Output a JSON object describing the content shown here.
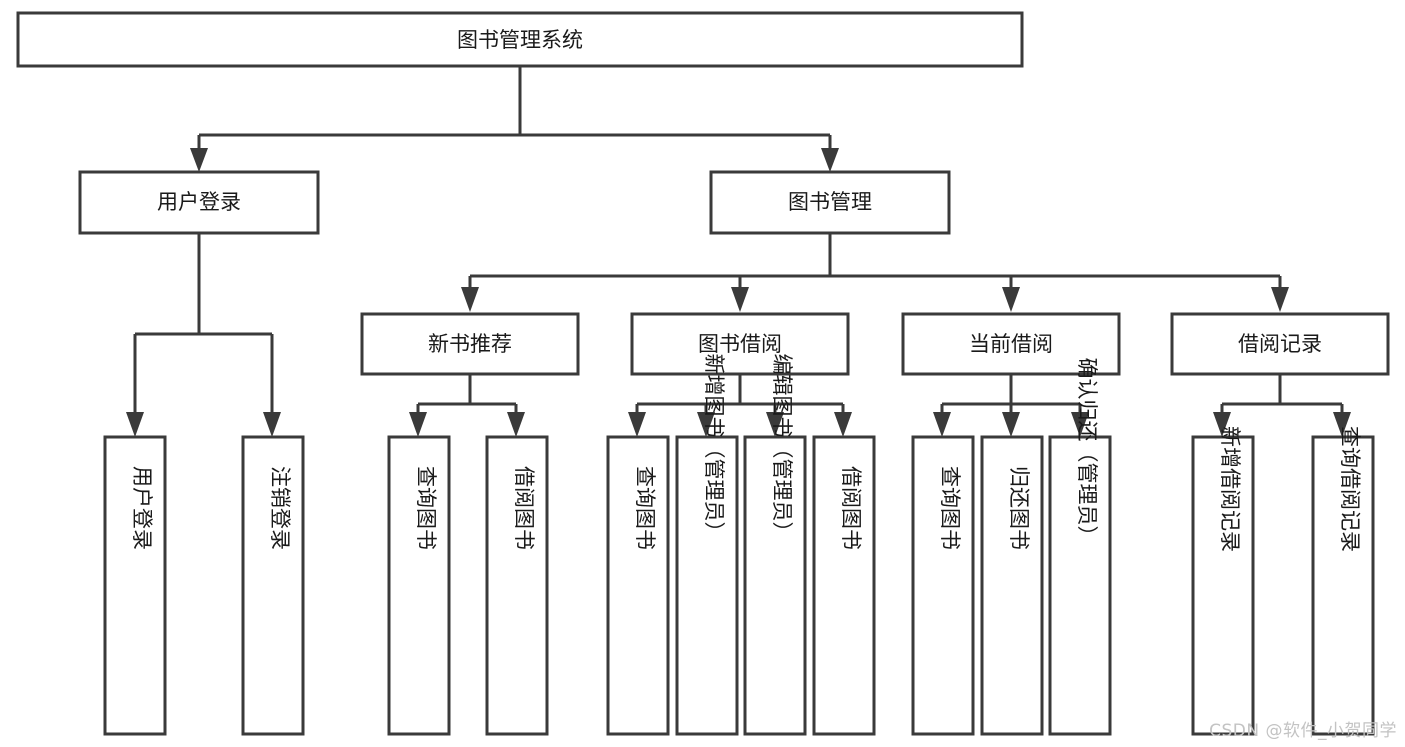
{
  "diagram": {
    "title": "图书管理系统",
    "type": "hierarchy-tree",
    "watermark": "CSDN @软件_小贺同学",
    "colors": {
      "box_stroke": "#3a3a3a",
      "box_fill": "#ffffff",
      "text": "#1a1a1a",
      "connector": "#3a3a3a",
      "background": "#ffffff",
      "watermark": "#c3c3c3"
    },
    "levels": {
      "root": {
        "label": "图书管理系统"
      },
      "level2": [
        {
          "id": "user-login",
          "label": "用户登录"
        },
        {
          "id": "book-management",
          "label": "图书管理"
        }
      ],
      "level3": [
        {
          "id": "new-book-recommend",
          "label": "新书推荐",
          "parent": "book-management"
        },
        {
          "id": "book-borrow",
          "label": "图书借阅",
          "parent": "book-management"
        },
        {
          "id": "current-borrow",
          "label": "当前借阅",
          "parent": "book-management"
        },
        {
          "id": "borrow-record",
          "label": "借阅记录",
          "parent": "book-management"
        }
      ],
      "leaves": {
        "user-login": [
          {
            "id": "leaf-user-login",
            "label": "用户登录"
          },
          {
            "id": "leaf-user-logout",
            "label": "注销登录"
          }
        ],
        "new-book-recommend": [
          {
            "id": "leaf-query-book-1",
            "label": "查询图书"
          },
          {
            "id": "leaf-borrow-book-1",
            "label": "借阅图书"
          }
        ],
        "book-borrow": [
          {
            "id": "leaf-query-book-2",
            "label": "查询图书"
          },
          {
            "id": "leaf-add-book",
            "label": "新增图书（管理员）"
          },
          {
            "id": "leaf-edit-book",
            "label": "编辑图书（管理员）"
          },
          {
            "id": "leaf-borrow-book-2",
            "label": "借阅图书"
          }
        ],
        "current-borrow": [
          {
            "id": "leaf-query-book-3",
            "label": "查询图书"
          },
          {
            "id": "leaf-return-book",
            "label": "归还图书"
          },
          {
            "id": "leaf-confirm-return",
            "label": "确认归还（管理员）"
          }
        ],
        "borrow-record": [
          {
            "id": "leaf-add-record",
            "label": "新增借阅记录"
          },
          {
            "id": "leaf-query-record",
            "label": "查询借阅记录"
          }
        ]
      }
    }
  }
}
